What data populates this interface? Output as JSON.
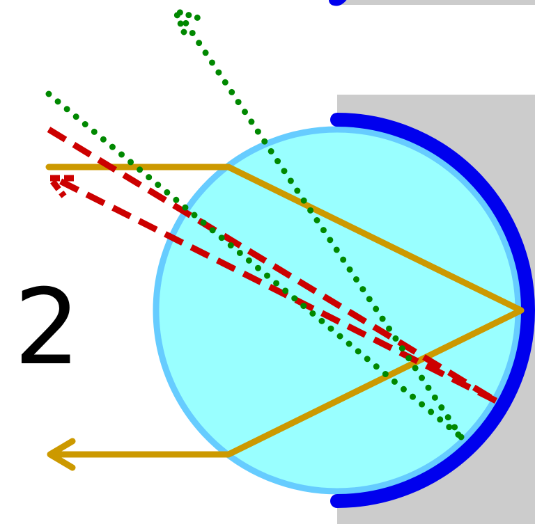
{
  "panel_label": "2",
  "colors": {
    "background": "#ffffff",
    "wall": "#cccccc",
    "sphere_fill": "#99ffff",
    "sphere_outline": "#66ccff",
    "mirror": "#0000ee",
    "ray_solid": "#cc9900",
    "ray_dashed": "#cc0000",
    "ray_dotted": "#008800"
  },
  "rays": [
    {
      "name": "solid-ray",
      "style": "solid",
      "color_key": "ray_solid"
    },
    {
      "name": "dashed-ray",
      "style": "dashed",
      "color_key": "ray_dashed"
    },
    {
      "name": "dotted-ray",
      "style": "dotted",
      "color_key": "ray_dotted"
    }
  ]
}
